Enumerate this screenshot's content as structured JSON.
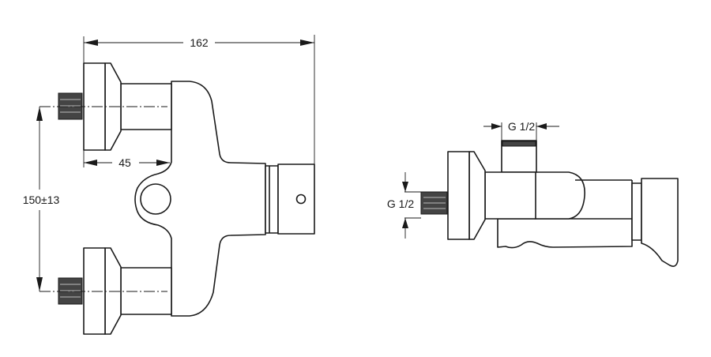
{
  "front_view": {
    "width_dimension": "162",
    "offset_dimension": "45",
    "inlet_spacing_dimension": "150±13"
  },
  "side_view": {
    "outlet_thread": "G 1/2",
    "inlet_thread": "G 1/2"
  },
  "colors": {
    "line": "#1a1a1a",
    "background": "#ffffff"
  }
}
